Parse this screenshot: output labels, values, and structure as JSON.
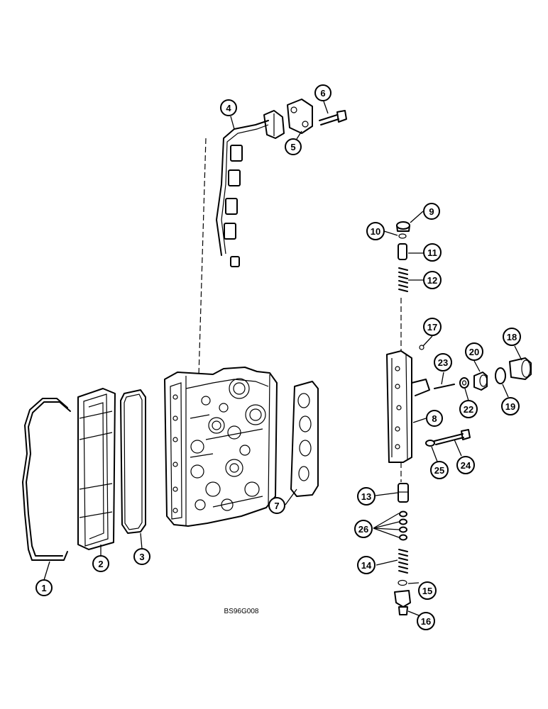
{
  "drawing_code": "BS96G008",
  "colors": {
    "ink": "#000000",
    "paper": "#ffffff"
  },
  "callouts": [
    "1",
    "2",
    "3",
    "4",
    "5",
    "6",
    "7",
    "8",
    "9",
    "10",
    "11",
    "12",
    "13",
    "14",
    "15",
    "16",
    "17",
    "18",
    "19",
    "20",
    "22",
    "23",
    "24",
    "25",
    "26"
  ]
}
